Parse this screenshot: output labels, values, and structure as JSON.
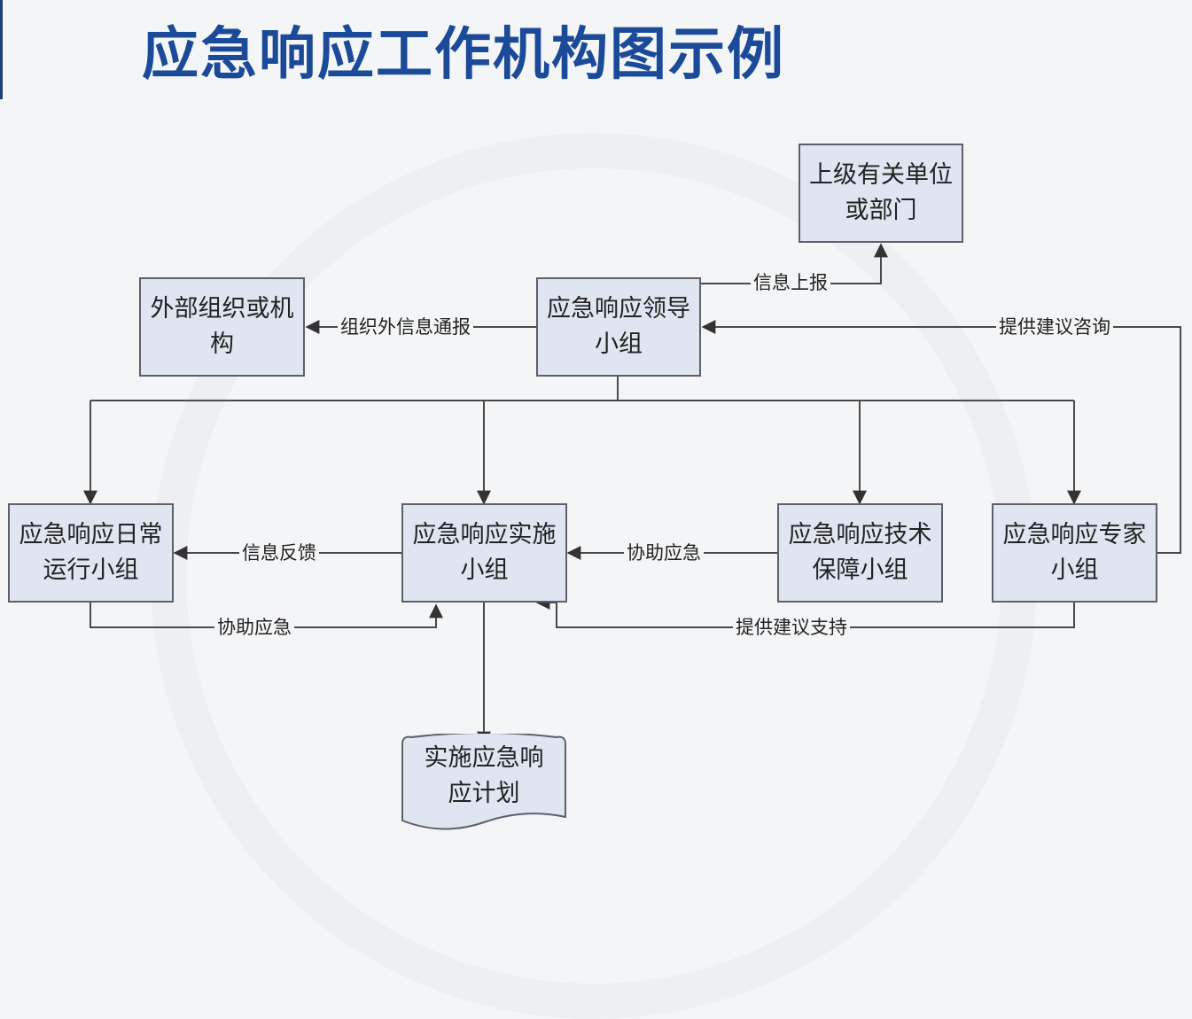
{
  "title": "应急响应工作机构图示例",
  "nodes": {
    "superior": "上级有关单位或部门",
    "external": "外部组织或机构",
    "leadership": "应急响应领导小组",
    "daily_ops": "应急响应日常运行小组",
    "implementation": "应急响应实施小组",
    "tech_support": "应急响应技术保障小组",
    "expert": "应急响应专家小组",
    "plan": "实施应急响应计划"
  },
  "edges": {
    "report_up": "信息上报",
    "notify_external": "组织外信息通报",
    "advise_consult": "提供建议咨询",
    "feedback": "信息反馈",
    "assist_from_tech": "协助应急",
    "assist_from_daily": "协助应急",
    "advise_support": "提供建议支持"
  },
  "colors": {
    "title": "#1b4a99",
    "box_fill": "#dfe6f1",
    "box_border": "#5d6068",
    "line": "#4a4a4a"
  }
}
